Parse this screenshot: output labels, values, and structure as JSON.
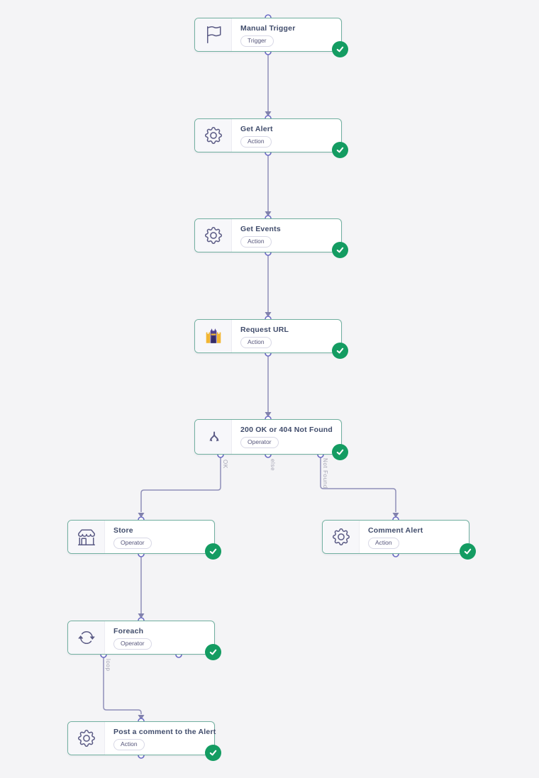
{
  "app": {
    "view": "workflow-canvas",
    "background": "#f4f4f6"
  },
  "colors": {
    "node_border": "#72b0a0",
    "node_background": "#ffffff",
    "icon_panel_background": "#f7f7fa",
    "title_text": "#404c6b",
    "badge_border": "#d8d8e6",
    "badge_text": "#55557a",
    "connector": "#8f8fb8",
    "port_ring": "#6c6cc4",
    "edge_label_text": "#a5a5b5",
    "success_green": "#149c62"
  },
  "nodes": [
    {
      "title": "Manual Trigger",
      "badge": "Trigger",
      "icon": "flag-icon",
      "status": "success"
    },
    {
      "title": "Get Alert",
      "badge": "Action",
      "icon": "gear-icon",
      "status": "success"
    },
    {
      "title": "Get Events",
      "badge": "Action",
      "icon": "gear-icon",
      "status": "success"
    },
    {
      "title": "Request URL",
      "badge": "Action",
      "icon": "castle-app-icon",
      "status": "success"
    },
    {
      "title": "200 OK or 404 Not Found",
      "badge": "Operator",
      "icon": "branch-split-icon",
      "status": "success"
    },
    {
      "title": "Store",
      "badge": "Operator",
      "icon": "store-icon",
      "status": "success"
    },
    {
      "title": "Comment Alert",
      "badge": "Action",
      "icon": "gear-icon",
      "status": "success"
    },
    {
      "title": "Foreach",
      "badge": "Operator",
      "icon": "loop-icon",
      "status": "success"
    },
    {
      "title": "Post a comment to the Alert",
      "badge": "Action",
      "icon": "gear-icon",
      "status": "success"
    }
  ],
  "edges": [
    {
      "from": "Manual Trigger",
      "to": "Get Alert",
      "label": ""
    },
    {
      "from": "Get Alert",
      "to": "Get Events",
      "label": ""
    },
    {
      "from": "Get Events",
      "to": "Request URL",
      "label": ""
    },
    {
      "from": "Request URL",
      "to": "200 OK or 404 Not Found",
      "label": ""
    },
    {
      "from": "200 OK or 404 Not Found",
      "to": "Store",
      "label": "OK"
    },
    {
      "from": "200 OK or 404 Not Found",
      "to": null,
      "label": "else"
    },
    {
      "from": "200 OK or 404 Not Found",
      "to": "Comment Alert",
      "label": "Not Found"
    },
    {
      "from": "Store",
      "to": "Foreach",
      "label": ""
    },
    {
      "from": "Foreach",
      "to": "Post a comment to the Alert",
      "label": "loop"
    }
  ]
}
